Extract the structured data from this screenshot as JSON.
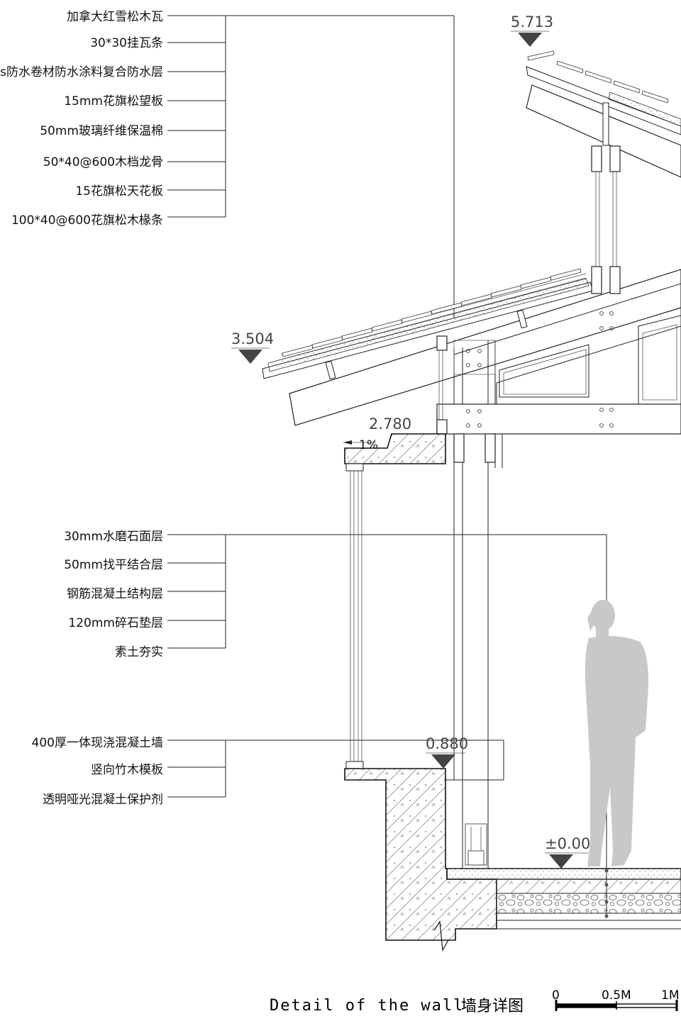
{
  "roof_labels": [
    "加拿大红雪松木瓦",
    "30*30挂瓦条",
    "sbs防水卷材防水涂料复合防水层",
    "15mm花旗松望板",
    "50mm玻璃纤维保温棉",
    "50*40@600木档龙骨",
    "15花旗松天花板",
    "100*40@600花旗松木椽条"
  ],
  "floor_labels": [
    "30mm水磨石面层",
    "50mm找平结合层",
    "钢筋混凝土结构层",
    "120mm碎石垫层",
    "素土夯实"
  ],
  "wall_labels": [
    "400厚一体现浇混凝土墙",
    "竖向竹木模板",
    "透明哑光混凝土保护剂"
  ],
  "elevations": {
    "roof_top": "5.713",
    "eave": "3.504",
    "beam": "2.780",
    "slope": "1%",
    "sill": "0.880",
    "ground": "±0.000"
  },
  "title": {
    "en": "Detail of the wall",
    "cn": "墙身详图"
  },
  "scale": {
    "zero": "0",
    "half": "0.5M",
    "one": "1M"
  }
}
